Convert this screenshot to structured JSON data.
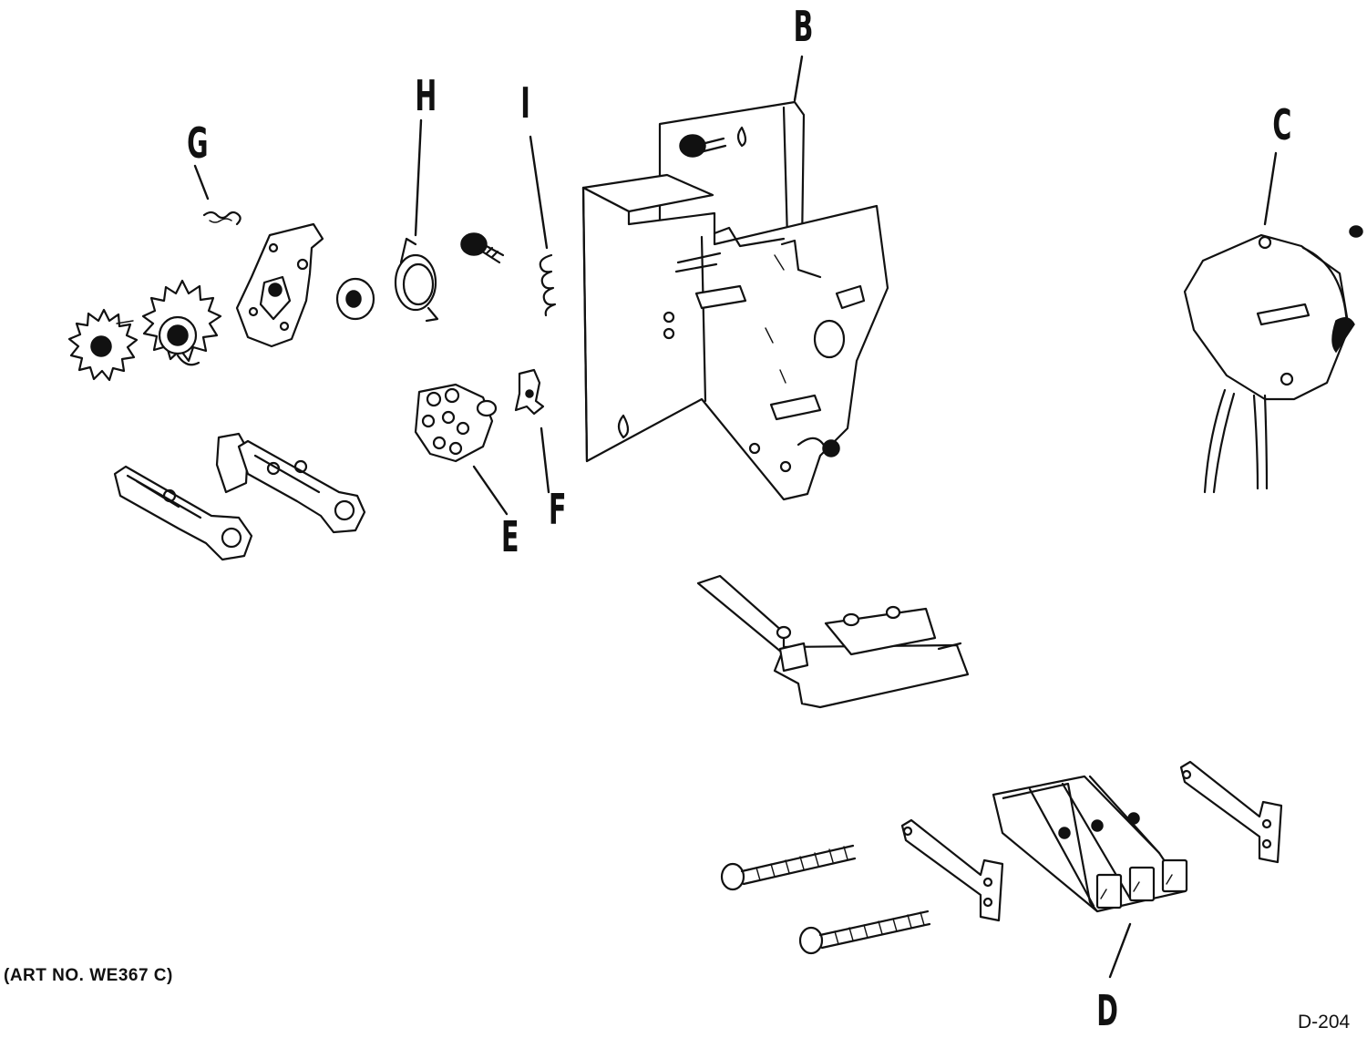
{
  "diagram": {
    "callouts": {
      "B": "B",
      "C": "C",
      "D": "D",
      "E": "E",
      "F": "F",
      "G": "G",
      "H": "H",
      "I": "I"
    },
    "art_number": "(ART NO. WE367 C)",
    "drawing_number": "D-204"
  }
}
